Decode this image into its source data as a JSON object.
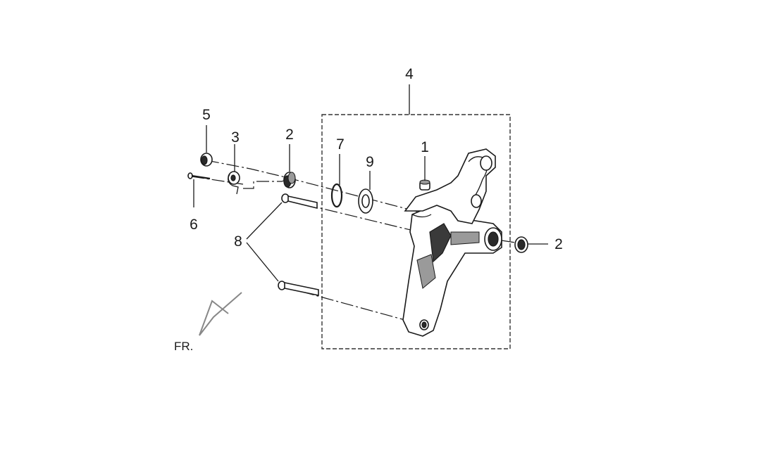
{
  "callouts": {
    "c1": "1",
    "c2_left": "2",
    "c2_right": "2",
    "c3": "3",
    "c4": "4",
    "c5": "5",
    "c6": "6",
    "c7": "7",
    "c8": "8",
    "c9": "9"
  },
  "orientation_label": "FR.",
  "colors": {
    "line": "#1a1a1a",
    "background": "#ffffff",
    "arrow": "#888888"
  }
}
